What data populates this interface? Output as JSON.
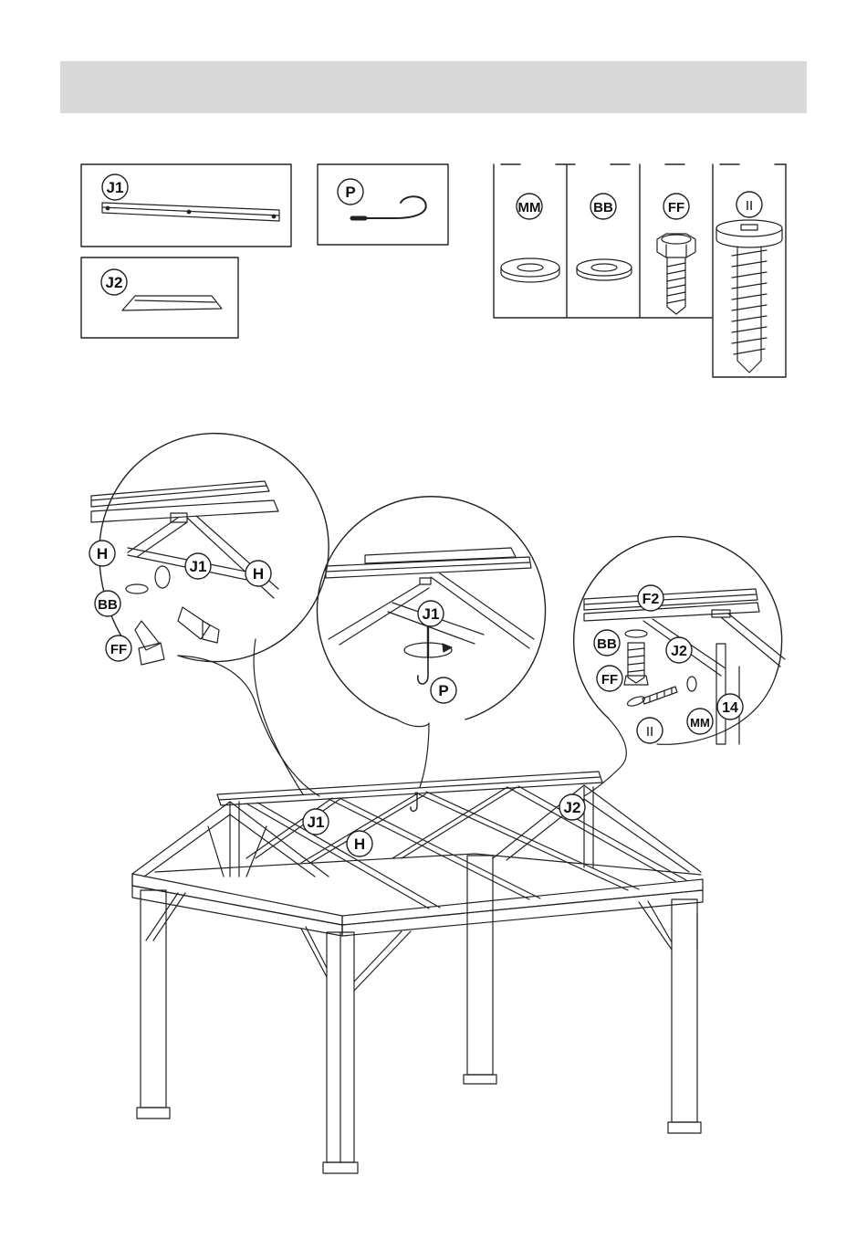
{
  "parts": {
    "j1": "J1",
    "p": "P",
    "j2": "J2"
  },
  "hardware": {
    "mm": "MM",
    "bb": "BB",
    "ff": "FF",
    "ii": "II"
  },
  "callouts": {
    "left": {
      "h1": "H",
      "j1": "J1",
      "h2": "H",
      "bb": "BB",
      "ff": "FF"
    },
    "middle": {
      "j1": "J1",
      "p": "P"
    },
    "right": {
      "f2": "F2",
      "bb": "BB",
      "j2": "J2",
      "ff": "FF",
      "num": "14",
      "ii": "II",
      "mm": "MM"
    }
  },
  "main": {
    "j1": "J1",
    "h": "H",
    "j2": "J2"
  }
}
